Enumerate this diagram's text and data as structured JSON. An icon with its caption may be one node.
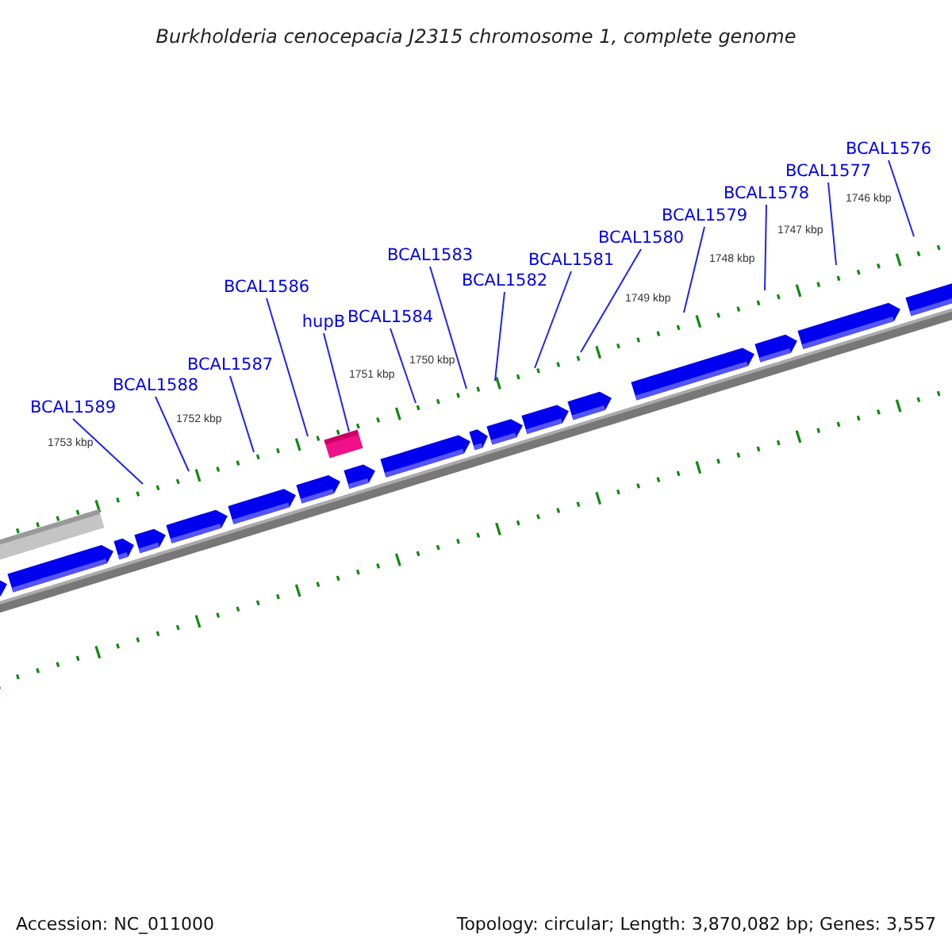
{
  "diagram": {
    "title": "Burkholderia cenocepacia J2315 chromosome 1, complete genome",
    "nodes": [
      {
        "text": [
          "BCAL1589"
        ]
      },
      {
        "text": [
          "BCAL1588"
        ]
      },
      {
        "text": [
          "BCAL1587"
        ]
      },
      {
        "text": [
          "BCAL1586"
        ]
      },
      {
        "text": [
          "hupB"
        ]
      },
      {
        "text": [
          "BCAL1584"
        ]
      },
      {
        "text": [
          "BCAL1583"
        ]
      },
      {
        "text": [
          "BCAL1582"
        ]
      },
      {
        "text": [
          "BCAL1581"
        ]
      },
      {
        "text": [
          "BCAL1580"
        ]
      },
      {
        "text": [
          "BCAL1579"
        ]
      },
      {
        "text": [
          "BCAL1578"
        ]
      },
      {
        "text": [
          "BCAL1577"
        ]
      },
      {
        "text": [
          "BCAL1576"
        ]
      }
    ],
    "edges": [
      {
        "from": 0,
        "to": null,
        "arrow": "none"
      },
      {
        "from": 1,
        "to": null,
        "arrow": "none"
      },
      {
        "from": 2,
        "to": null,
        "arrow": "none"
      },
      {
        "from": 3,
        "to": null,
        "arrow": "none"
      },
      {
        "from": 4,
        "to": null,
        "arrow": "none"
      },
      {
        "from": 5,
        "to": null,
        "arrow": "none"
      },
      {
        "from": 6,
        "to": null,
        "arrow": "none"
      },
      {
        "from": 7,
        "to": null,
        "arrow": "none"
      },
      {
        "from": 8,
        "to": null,
        "arrow": "none"
      },
      {
        "from": 9,
        "to": null,
        "arrow": "none"
      },
      {
        "from": 10,
        "to": null,
        "arrow": "none"
      },
      {
        "from": 11,
        "to": null,
        "arrow": "none"
      },
      {
        "from": 12,
        "to": null,
        "arrow": "none"
      },
      {
        "from": 13,
        "to": null,
        "arrow": "none"
      }
    ],
    "labels": [
      "1753 kbp",
      "1752 kbp",
      "1751 kbp",
      "1750 kbp",
      "1749 kbp",
      "1748 kbp",
      "1747 kbp",
      "1746 kbp",
      "Accession: NC_011000",
      "Topology: circular; Length: 3,870,082 bp; Genes: 3,557"
    ]
  }
}
